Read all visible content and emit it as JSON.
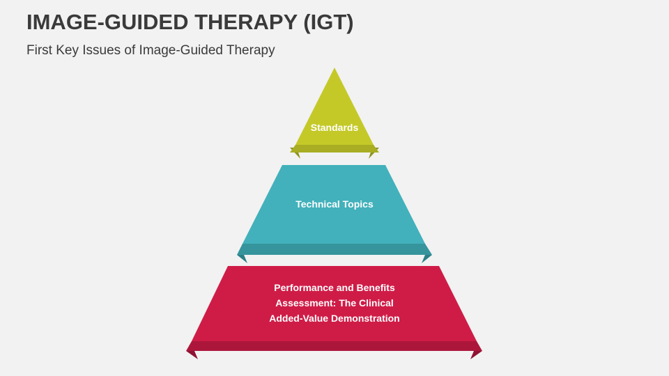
{
  "slide": {
    "title": "IMAGE-GUIDED THERAPY (IGT)",
    "subtitle": "First Key Issues of Image-Guided Therapy"
  },
  "pyramid": {
    "tiers": [
      {
        "label": "Standards",
        "color": "#c4c928",
        "shadow": "#8f9320",
        "ribbon": "#a8ad23"
      },
      {
        "label": "Technical Topics",
        "color": "#42b1bb",
        "shadow": "#2b7f86",
        "ribbon": "#36949d"
      },
      {
        "lines": [
          "Performance and Benefits",
          "Assessment: The Clinical",
          "Added-Value Demonstration"
        ],
        "color": "#cf1c47",
        "shadow": "#8f1233",
        "ribbon": "#ad163b"
      }
    ]
  }
}
